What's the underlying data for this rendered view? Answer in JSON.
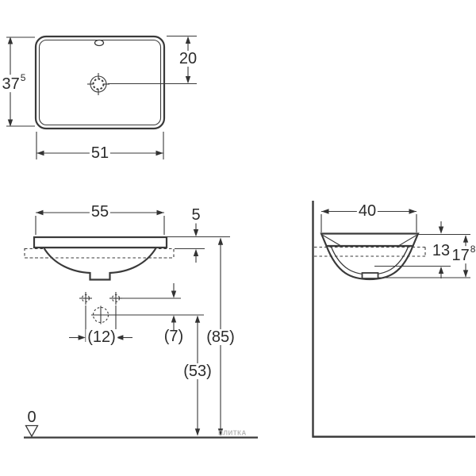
{
  "drawing": {
    "title": "washbasin-dimension-drawing",
    "line_color": "#3a3a3a",
    "background_color": "#ffffff",
    "watermark": "ПЛИТКА",
    "views": {
      "plan": {
        "dims": {
          "depth": {
            "value": "37",
            "sup": "5"
          },
          "width": "51",
          "drain_offset": "20"
        }
      },
      "front": {
        "dims": {
          "width": "55",
          "rim_above_counter": "5",
          "hole_spacing": "(12)",
          "holes_to_siphon": "(7)",
          "rim_to_floor": "(85)",
          "siphon_to_floor": "(53)"
        },
        "datum_zero": "0"
      },
      "side": {
        "dims": {
          "width": "40",
          "basin_inner_depth": "13",
          "basin_height": {
            "value": "17",
            "sup": "8"
          }
        }
      }
    }
  }
}
